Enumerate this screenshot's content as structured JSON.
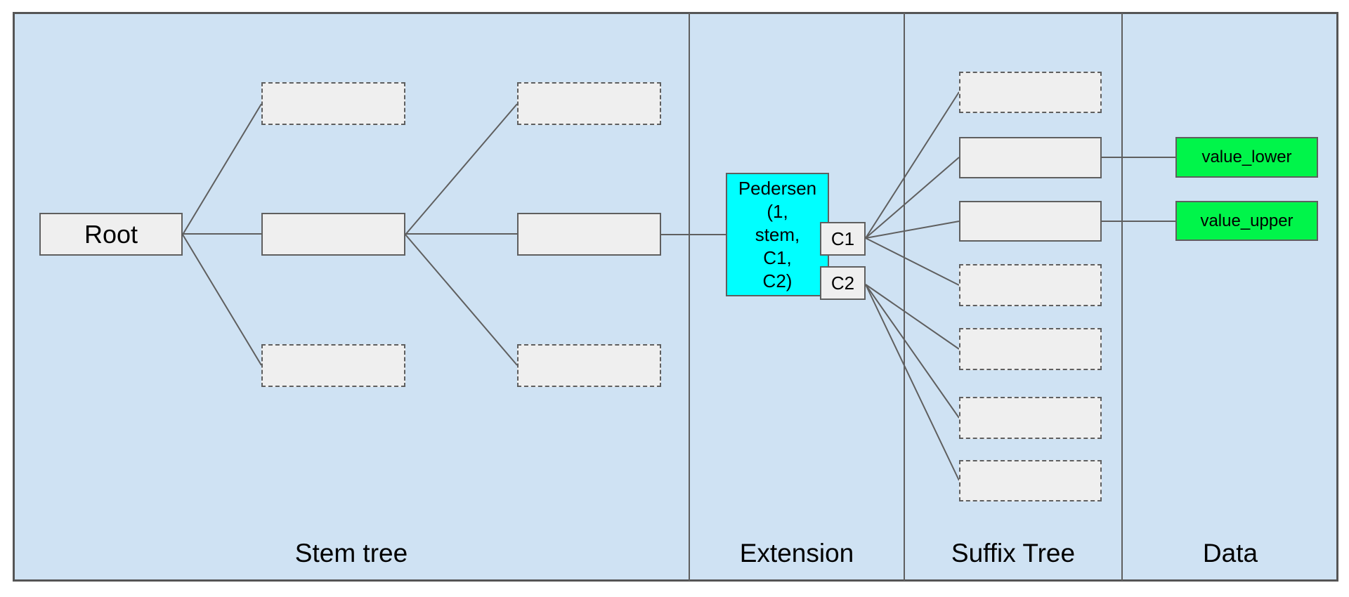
{
  "sections": [
    {
      "label": "Stem tree"
    },
    {
      "label": "Extension"
    },
    {
      "label": "Suffix Tree"
    },
    {
      "label": "Data"
    }
  ],
  "nodes": {
    "root": {
      "label": "Root"
    },
    "pedersen": {
      "lines": [
        "Pedersen",
        "(1,",
        "stem,",
        "C1,",
        "C2)"
      ]
    },
    "c1": {
      "label": "C1"
    },
    "c2": {
      "label": "C2"
    },
    "value_lower": {
      "label": "value_lower"
    },
    "value_upper": {
      "label": "value_upper"
    }
  },
  "colors": {
    "panel_background": "#cfe2f3",
    "node_fill": "#efefef",
    "node_border": "#5f5f5f",
    "extension_commitment_fill": "#00ffff",
    "data_value_fill": "#00f54a",
    "edge_stroke": "#5f5f5f",
    "text": "#000000"
  }
}
